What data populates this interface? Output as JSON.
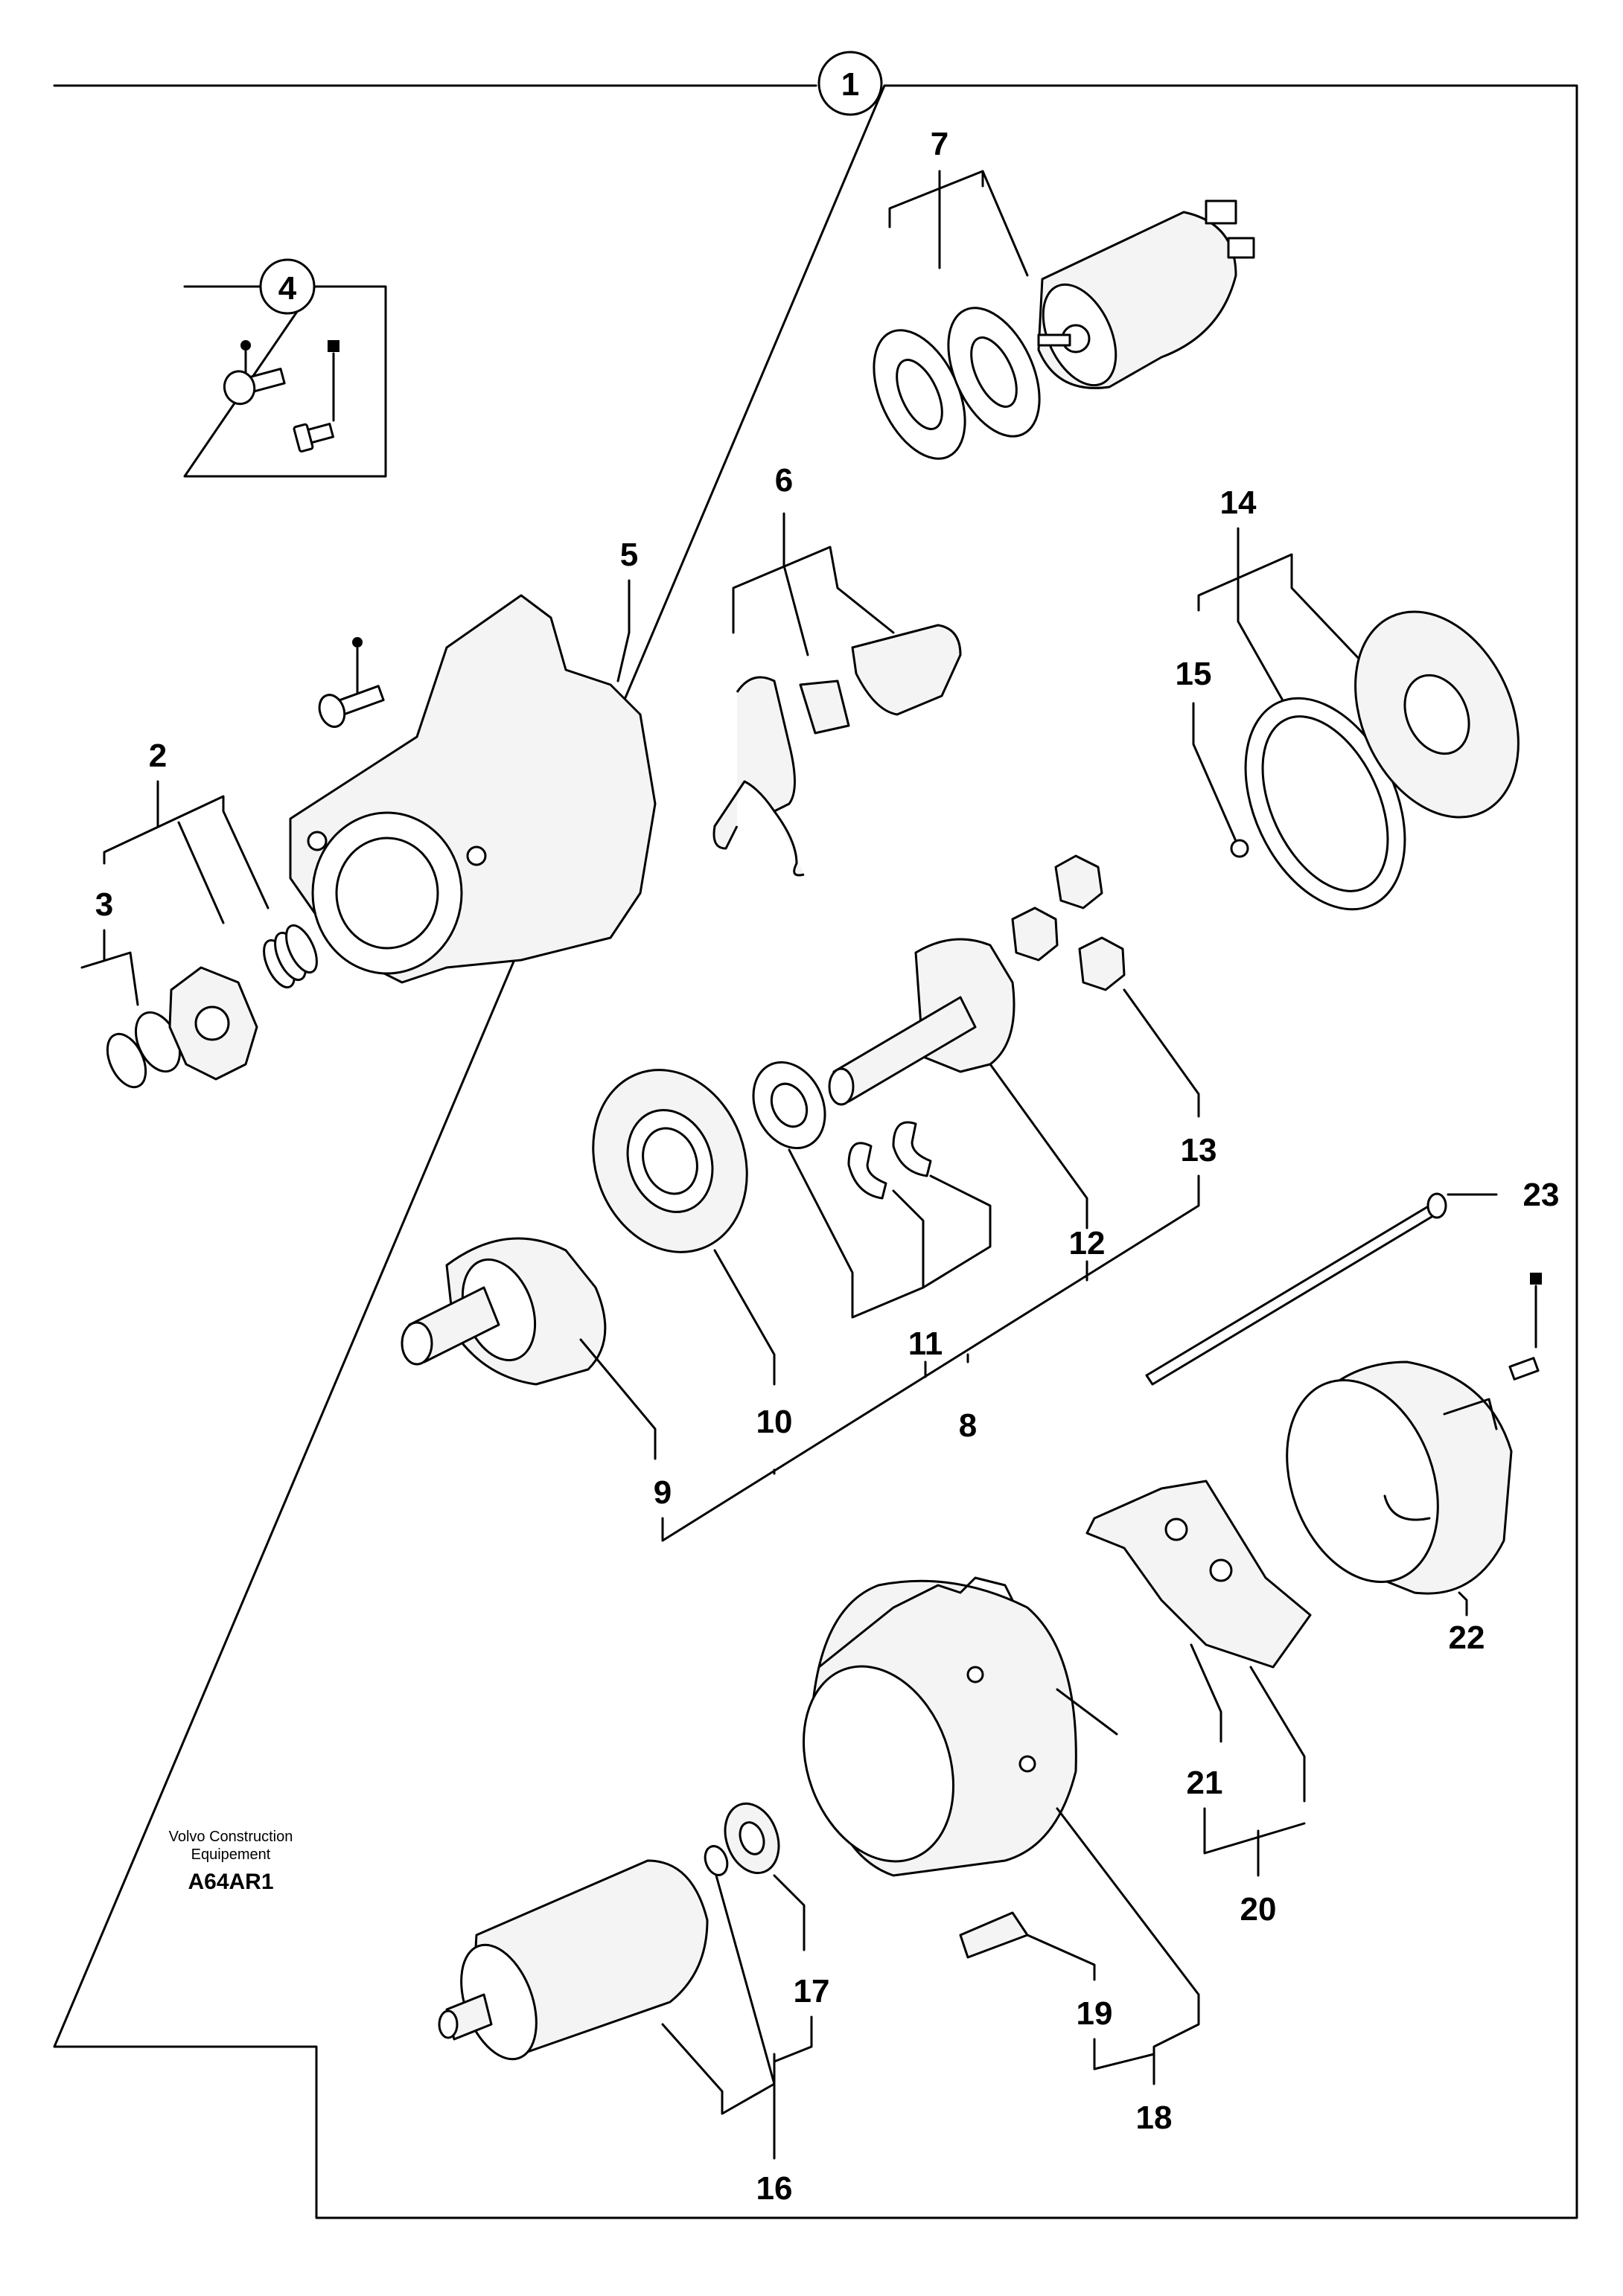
{
  "callouts": {
    "c1": "1",
    "c2": "2",
    "c3": "3",
    "c4": "4",
    "c5": "5",
    "c6": "6",
    "c7": "7",
    "c8": "8",
    "c9": "9",
    "c10": "10",
    "c11": "11",
    "c12": "12",
    "c13": "13",
    "c14": "14",
    "c15": "15",
    "c16": "16",
    "c17": "17",
    "c18": "18",
    "c19": "19",
    "c20": "20",
    "c21": "21",
    "c22": "22",
    "c23": "23"
  },
  "footer": {
    "brand_line1": "Volvo Construction",
    "brand_line2": "Equipement",
    "drawing_code": "A64AR1"
  }
}
